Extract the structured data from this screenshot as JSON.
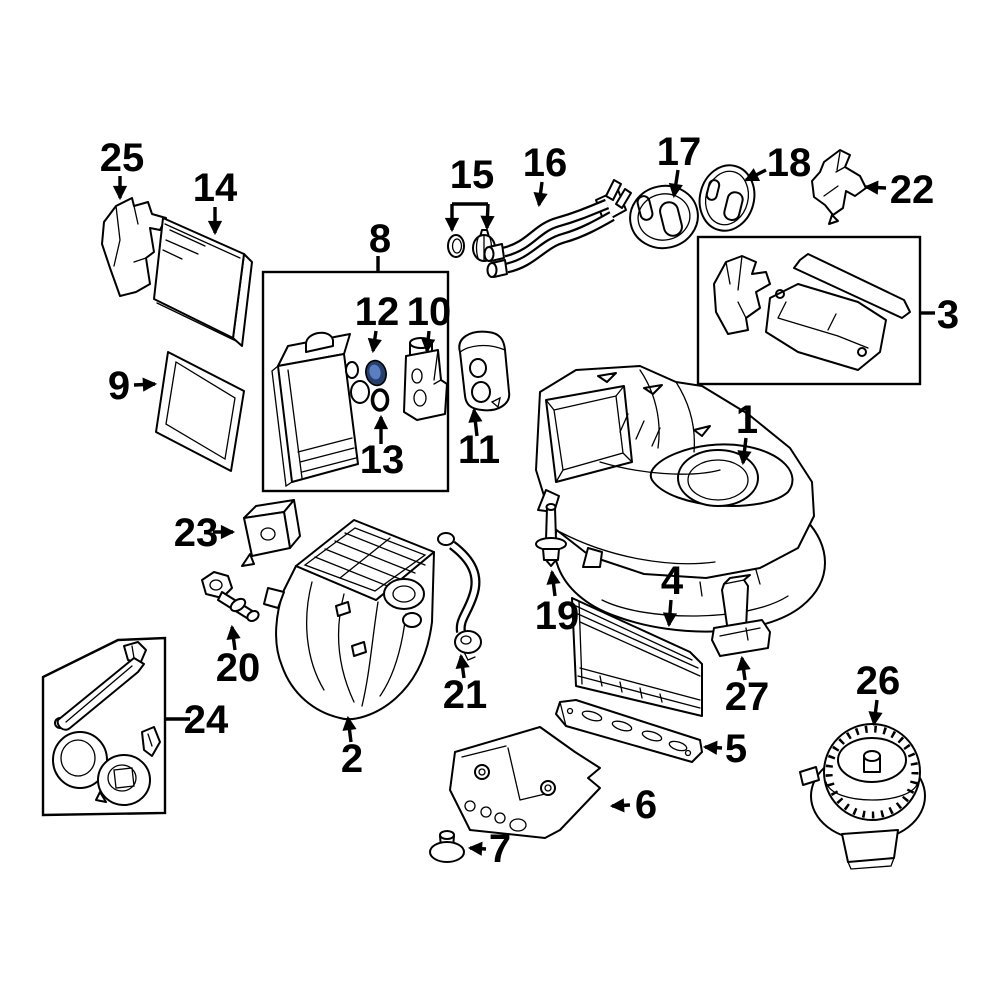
{
  "canvas": {
    "background": "#ffffff",
    "line_color": "#000000"
  },
  "highlight": {
    "part_number": "12",
    "outer_color": "#24406e",
    "inner_color": "#5b7ec2"
  },
  "labels": {
    "p1": "1",
    "p2": "2",
    "p3": "3",
    "p4": "4",
    "p5": "5",
    "p6": "6",
    "p7": "7",
    "p8": "8",
    "p9": "9",
    "p10": "10",
    "p11": "11",
    "p12": "12",
    "p13": "13",
    "p14": "14",
    "p15": "15",
    "p16": "16",
    "p17": "17",
    "p18": "18",
    "p19": "19",
    "p20": "20",
    "p21": "21",
    "p22": "22",
    "p23": "23",
    "p24": "24",
    "p25": "25",
    "p26": "26",
    "p27": "27"
  }
}
